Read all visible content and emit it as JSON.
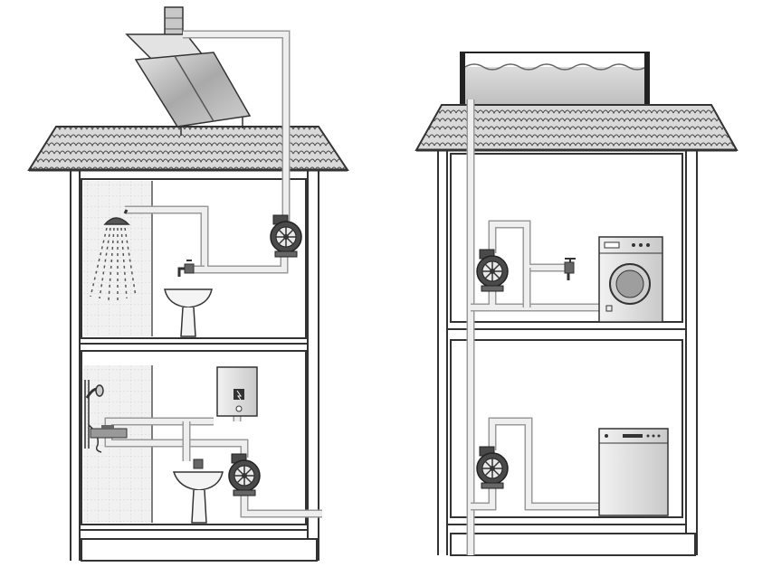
{
  "diagram": {
    "panels": [
      {
        "id": "left-house",
        "roof_equipment": "solar-water-heater",
        "floors": [
          {
            "level": "upper",
            "fixtures": [
              "shower-head",
              "wall-faucet",
              "washbasin",
              "booster-pump"
            ]
          },
          {
            "level": "lower",
            "fixtures": [
              "electric-water-heater",
              "hand-shower",
              "mixer-tap",
              "washbasin",
              "booster-pump"
            ]
          }
        ]
      },
      {
        "id": "right-house",
        "roof_equipment": "rooftop-water-tank",
        "floors": [
          {
            "level": "upper",
            "fixtures": [
              "booster-pump",
              "wall-faucet",
              "washing-machine"
            ]
          },
          {
            "level": "lower",
            "fixtures": [
              "booster-pump",
              "dishwasher"
            ]
          }
        ]
      }
    ],
    "colors": {
      "line": "#333333",
      "pipe_fill": "#eeeeee",
      "pipe_edge": "#9a9a9a",
      "roof_tile": "#c8c8c8",
      "panel_dark": "#8d8d8d",
      "panel_light": "#d7d7d7",
      "pump_body": "#4a4a4a",
      "appliance": "#e4e4e4",
      "water": "#cfcfcf"
    },
    "icons": [
      "solar-panel-icon",
      "water-tank-icon",
      "pump-icon",
      "shower-icon",
      "faucet-icon",
      "washbasin-icon",
      "water-heater-icon",
      "washing-machine-icon",
      "dishwasher-icon"
    ]
  }
}
